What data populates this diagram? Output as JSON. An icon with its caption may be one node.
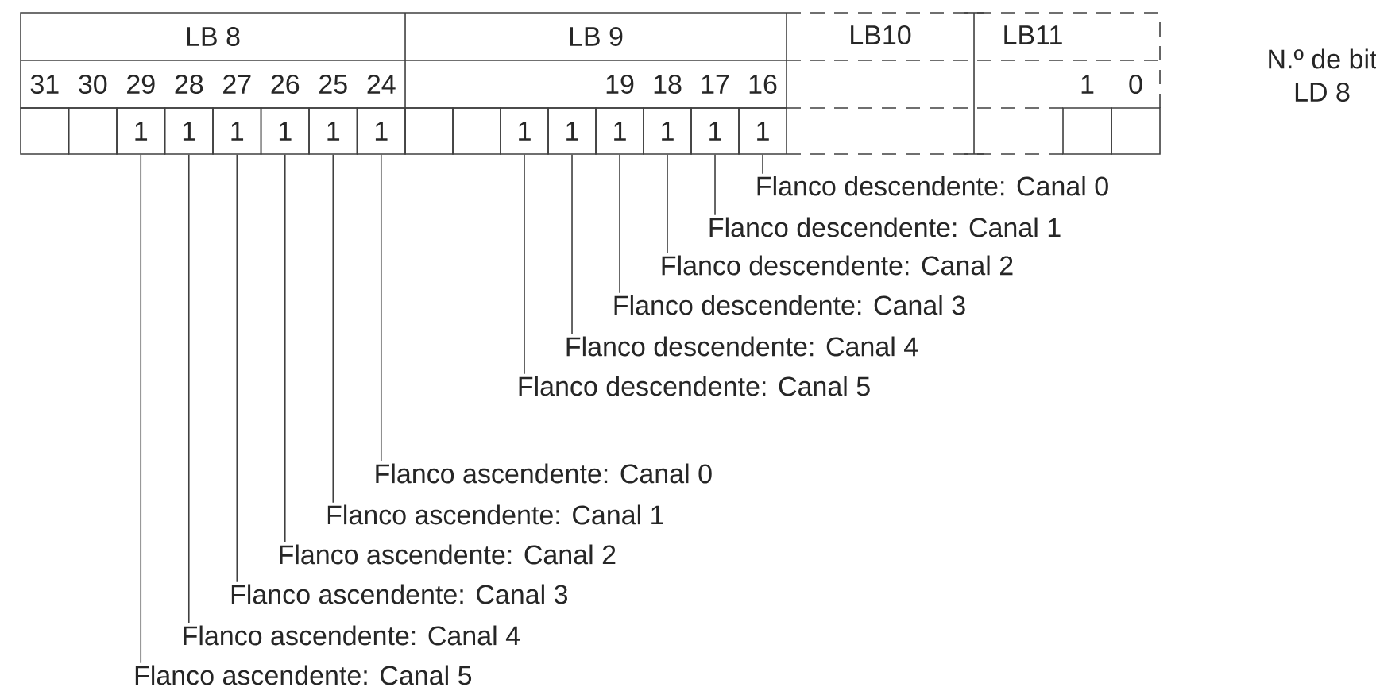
{
  "diagram": {
    "nodes": [
      {
        "text": [],
        "shape": "box"
      },
      {
        "text": [],
        "shape": "box"
      },
      {
        "text": [
          "1"
        ]
      },
      {
        "text": [
          "1"
        ]
      },
      {
        "text": [
          "1"
        ]
      },
      {
        "text": [
          "1"
        ]
      },
      {
        "text": [
          "1"
        ]
      },
      {
        "text": [
          "1"
        ]
      },
      {
        "text": [],
        "shape": "box"
      },
      {
        "text": [],
        "shape": "box"
      },
      {
        "text": [
          "1"
        ]
      },
      {
        "text": [
          "1"
        ]
      },
      {
        "text": [
          "1"
        ]
      },
      {
        "text": [
          "1"
        ]
      },
      {
        "text": [
          "1"
        ]
      },
      {
        "text": [
          "1"
        ]
      },
      {
        "text": [],
        "shape": "box"
      },
      {
        "text": [],
        "shape": "box"
      },
      {
        "text": [
          "Flanco descendente: Canal 0"
        ]
      },
      {
        "text": [
          "Flanco descendente: Canal 1"
        ]
      },
      {
        "text": [
          "Flanco descendente: Canal 2"
        ]
      },
      {
        "text": [
          "Flanco descendente: Canal 3"
        ]
      },
      {
        "text": [
          "Flanco descendente: Canal 4"
        ]
      },
      {
        "text": [
          "Flanco descendente: Canal 5"
        ]
      },
      {
        "text": [
          "Flanco ascendente: Canal 0"
        ]
      },
      {
        "text": [
          "Flanco ascendente: Canal 1"
        ]
      },
      {
        "text": [
          "Flanco ascendente: Canal 2"
        ]
      },
      {
        "text": [
          "Flanco ascendente: Canal 3"
        ]
      },
      {
        "text": [
          "Flanco ascendente: Canal 4"
        ]
      },
      {
        "text": [
          "Flanco ascendente: Canal 5"
        ]
      }
    ],
    "edges": [
      {
        "from": 18,
        "to": 15,
        "arrow": "none"
      },
      {
        "from": 19,
        "to": 14,
        "arrow": "none"
      },
      {
        "from": 20,
        "to": 13,
        "arrow": "none"
      },
      {
        "from": 21,
        "to": 12,
        "arrow": "none"
      },
      {
        "from": 22,
        "to": 11,
        "arrow": "none"
      },
      {
        "from": 23,
        "to": 10,
        "arrow": "none"
      },
      {
        "from": 24,
        "to": 7,
        "arrow": "none"
      },
      {
        "from": 25,
        "to": 6,
        "arrow": "none"
      },
      {
        "from": 26,
        "to": 5,
        "arrow": "none"
      },
      {
        "from": 27,
        "to": 4,
        "arrow": "none"
      },
      {
        "from": 28,
        "to": 3,
        "arrow": "none"
      },
      {
        "from": 29,
        "to": 2,
        "arrow": "none"
      }
    ],
    "labels": [
      "LB 8",
      "LB 9",
      "LB10",
      "LB11",
      "N.º de bit",
      "31",
      "30",
      "29",
      "28",
      "27",
      "26",
      "25",
      "24",
      "19",
      "18",
      "17",
      "16",
      "1",
      "0",
      "LD 8"
    ]
  }
}
